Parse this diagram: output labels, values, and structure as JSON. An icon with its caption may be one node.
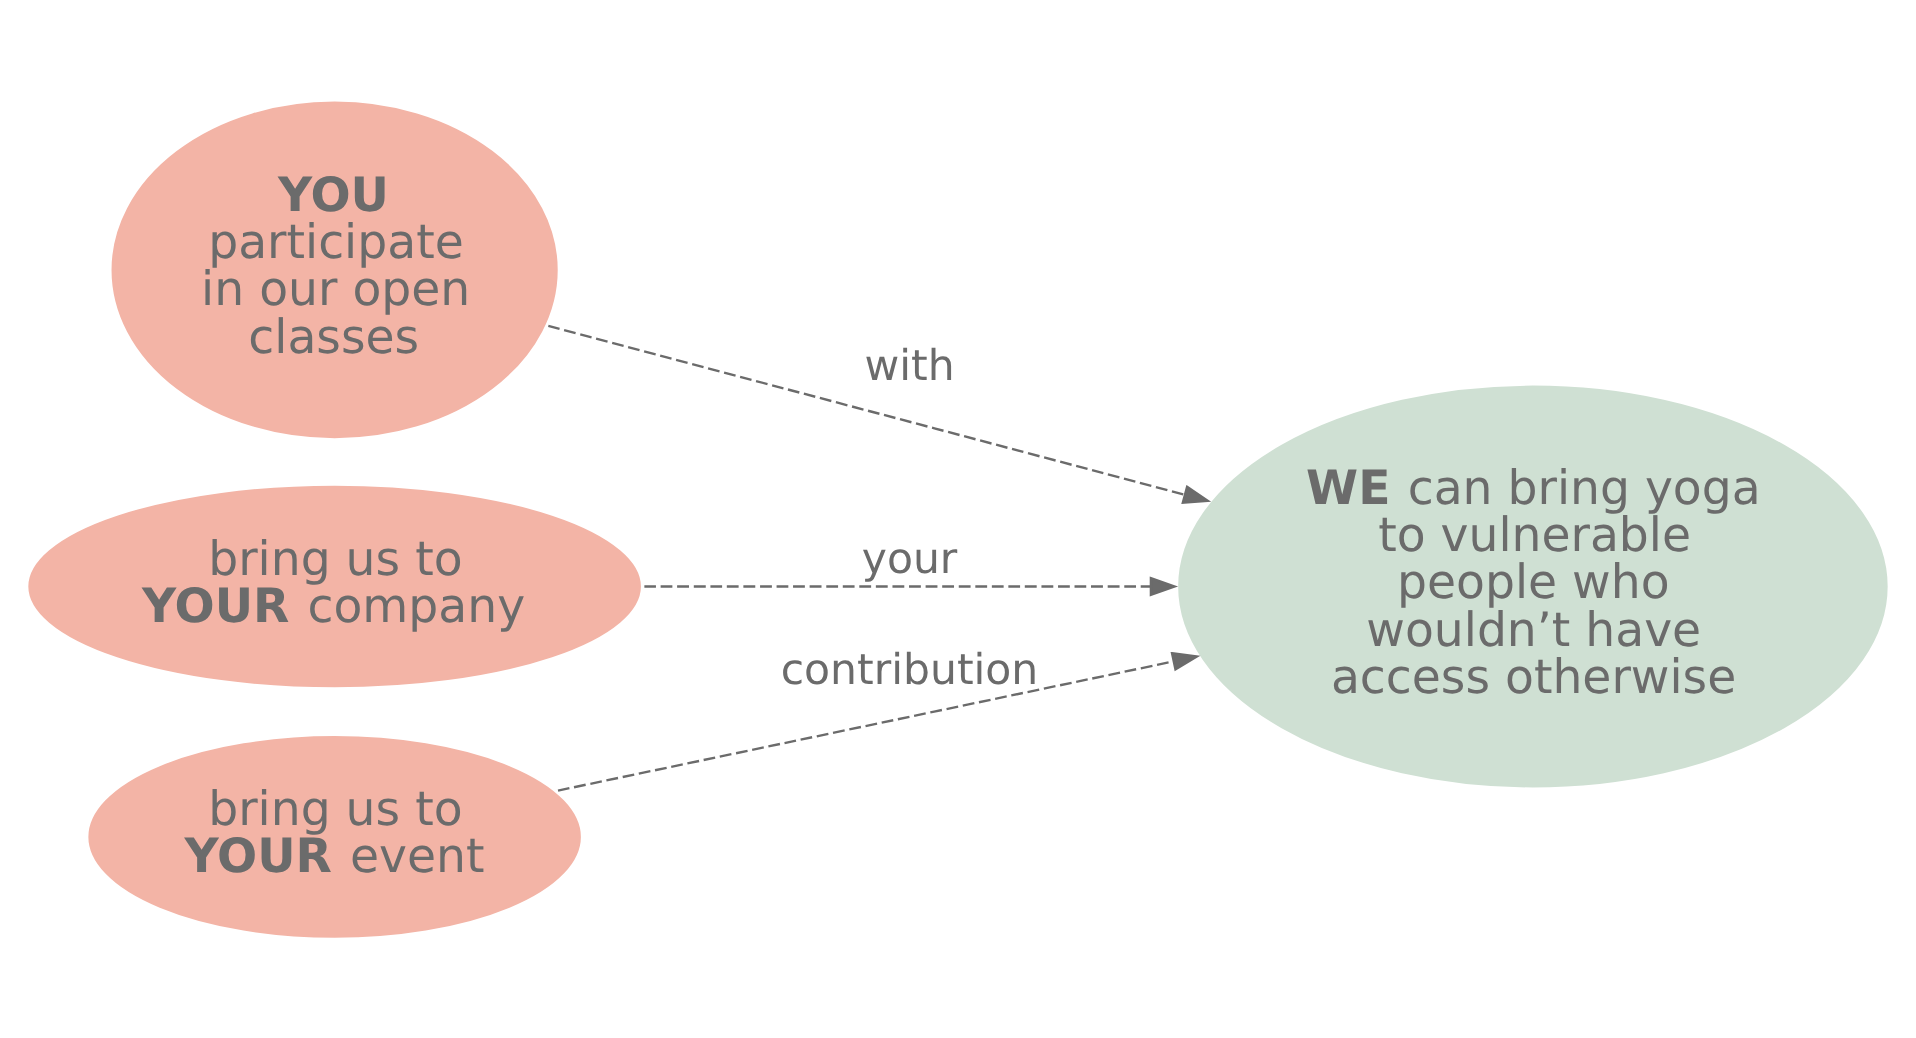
{
  "diagram": {
    "nodes": [
      {
        "text": [
          "**YOU** participate in our open classes"
        ]
      },
      {
        "text": [
          "bring us to **YOUR** company"
        ]
      },
      {
        "text": [
          "bring us to **YOUR** event"
        ]
      },
      {
        "text": [
          "**WE** can bring yoga to vulnerable people who wouldn’t have access otherwise"
        ]
      }
    ],
    "edges": [
      {
        "from": 0,
        "to": 3,
        "arrow": "to",
        "label": "with",
        "style": "dashed"
      },
      {
        "from": 1,
        "to": 3,
        "arrow": "to",
        "label": "your",
        "style": "dashed"
      },
      {
        "from": 2,
        "to": 3,
        "arrow": "to",
        "label": "contribution",
        "style": "dashed"
      }
    ]
  }
}
